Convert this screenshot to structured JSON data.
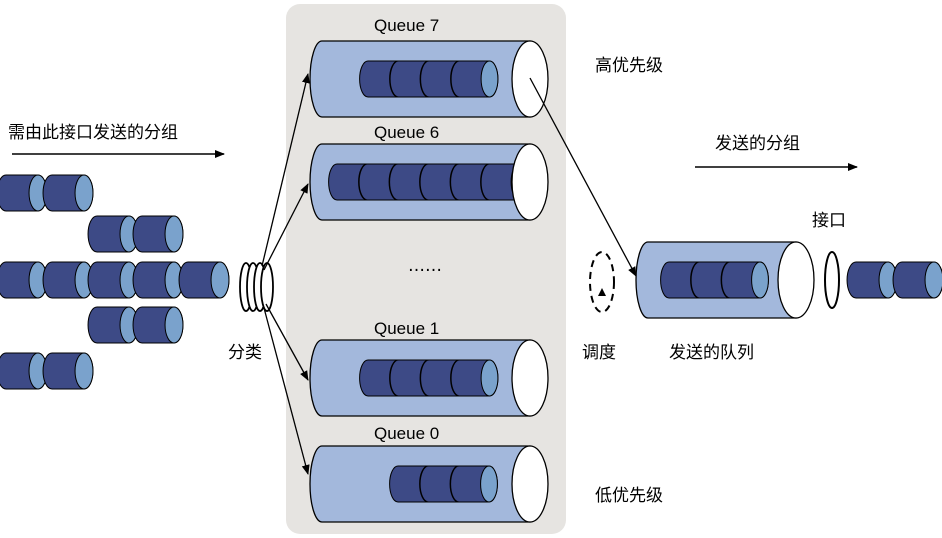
{
  "labels": {
    "incoming": "需由此接口发送的分组",
    "classify": "分类",
    "high_priority": "高优先级",
    "low_priority": "低优先级",
    "ellipsis": "……",
    "outgoing": "发送的分组",
    "interface": "接口",
    "schedule": "调度",
    "send_queue": "发送的队列"
  },
  "queues": [
    {
      "name": "Queue 7",
      "packets": 4
    },
    {
      "name": "Queue 6",
      "packets": 6
    },
    {
      "name": "Queue 1",
      "packets": 4
    },
    {
      "name": "Queue 0",
      "packets": 3
    }
  ],
  "send_queue_packets": 3,
  "output_packets": 2,
  "colors": {
    "panel": "#e6e4e1",
    "queue_body": "#a3b8dc",
    "packet_dark": "#3d4a86",
    "packet_light": "#7aa2cc",
    "outline": "#000000"
  }
}
